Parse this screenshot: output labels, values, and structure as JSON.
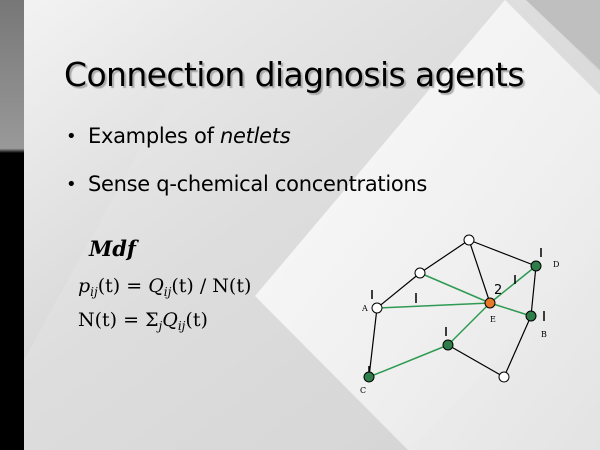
{
  "slide": {
    "title": "Connection diagnosis agents",
    "bullets": [
      {
        "prefix": "Examples of ",
        "emphasis": "netlets"
      },
      {
        "prefix": "Sense q-chemical concentrations",
        "emphasis": ""
      }
    ],
    "formula_heading": "Mdf",
    "formula_1": {
      "p": "p",
      "p_sub": "ij",
      "t": "(t) = ",
      "q": "Q",
      "q_sub": "ij",
      "rest": "(t) / N(t)"
    },
    "formula_2": {
      "n": "N(t) = ",
      "sigma": "Σ",
      "sigma_sub": "j",
      "q": "Q",
      "q_sub": "ij",
      "rest": "(t)"
    }
  },
  "diagram": {
    "node_labels": {
      "A": "A",
      "B": "B",
      "C": "C",
      "D": "D",
      "E": "E"
    },
    "center_count": "2",
    "colors": {
      "edge_black": "#000000",
      "edge_green": "#2e9a52",
      "node_white": "#ffffff",
      "node_green": "#2f7d4a",
      "node_orange": "#e67a2a"
    }
  }
}
